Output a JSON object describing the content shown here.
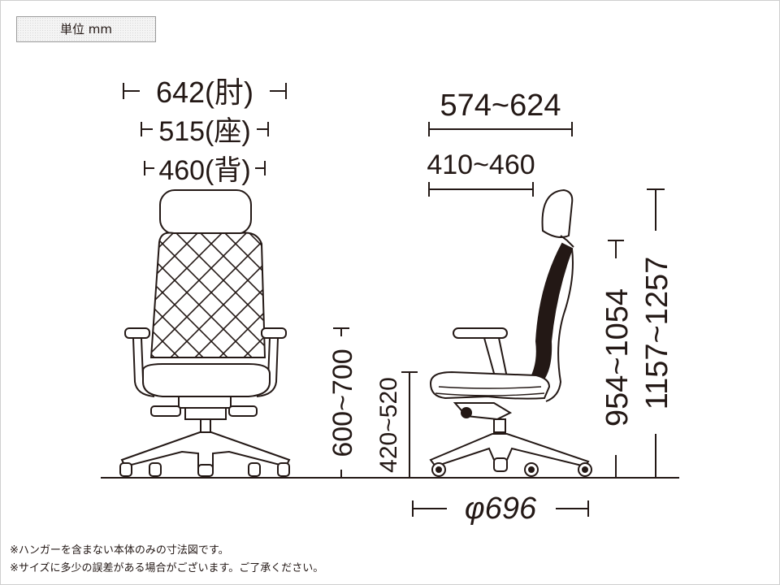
{
  "unit_label": "単位 mm",
  "front_view": {
    "width_arm": "642(肘)",
    "width_seat": "515(座)",
    "width_back": "460(背)",
    "seat_height": "420~520",
    "arm_height": "600~700"
  },
  "side_view": {
    "depth_total": "574~624",
    "depth_seat": "410~460",
    "base_diameter": "φ696",
    "back_height": "954~1054",
    "total_height": "1157~1257"
  },
  "notes": [
    "※ハンガーを含まない本体のみの寸法図です。",
    "※サイズに多少の誤差がある場合がございます。ご了承ください。"
  ],
  "colors": {
    "line": "#231815",
    "mesh": "#ffffff"
  }
}
